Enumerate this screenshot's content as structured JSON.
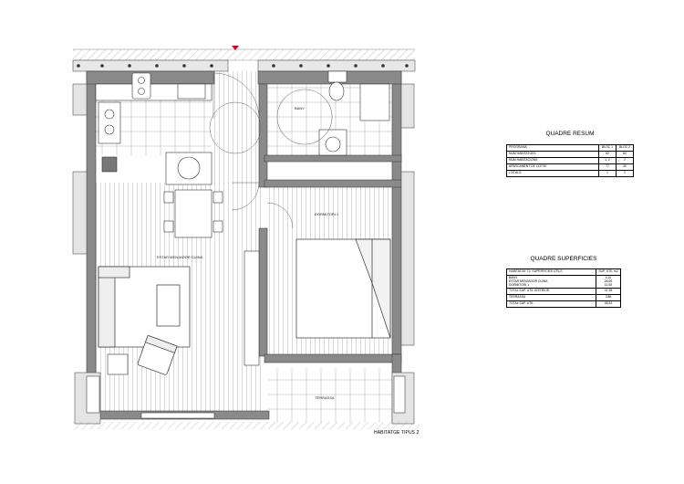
{
  "plan": {
    "title": "HABITATGE TIPUS 2",
    "rooms": {
      "bany": "BANY",
      "dormitori": "DORMITORI 1",
      "estar": "ESTAR MENJADOR CUINA",
      "terrassa": "TERRASSA"
    }
  },
  "resum": {
    "title": "QUADRE RESUM",
    "columns": [
      "PROGRAMA",
      "BLOC 1",
      "BLOC 2"
    ],
    "rows": [
      [
        "NUM HABITATGES",
        "62",
        "60"
      ],
      [
        "NUM HABITACIONS",
        "1, 2",
        "2"
      ],
      [
        "APARCAMENT DE COTXE",
        "77",
        "40"
      ],
      [
        "LOCALS",
        "1",
        "2"
      ]
    ]
  },
  "superficies": {
    "title": "QUADRE SUPERFICIES",
    "header": [
      "HABITATGE T2: SUPERFICIES ÚTILS",
      "SUP. ÚTIL m2"
    ],
    "rooms": [
      "BANY",
      "ESTAR MENJADOR CUINA",
      "DORMITORI 1"
    ],
    "room_values": [
      "4,10",
      "26,60",
      "11,50"
    ],
    "totals": [
      [
        "TOTAL SUP. ÚTIL INTERIOR",
        "41,95"
      ],
      [
        "TERRASSA",
        "3,86"
      ],
      [
        "TOTAL SUP. ÚTIL",
        "45,81"
      ]
    ]
  },
  "colors": {
    "wall": "#8a8a8a",
    "wall_dark": "#555555",
    "line": "#444444",
    "hatch": "#9a9a9a",
    "north_marker": "#e0001b"
  }
}
